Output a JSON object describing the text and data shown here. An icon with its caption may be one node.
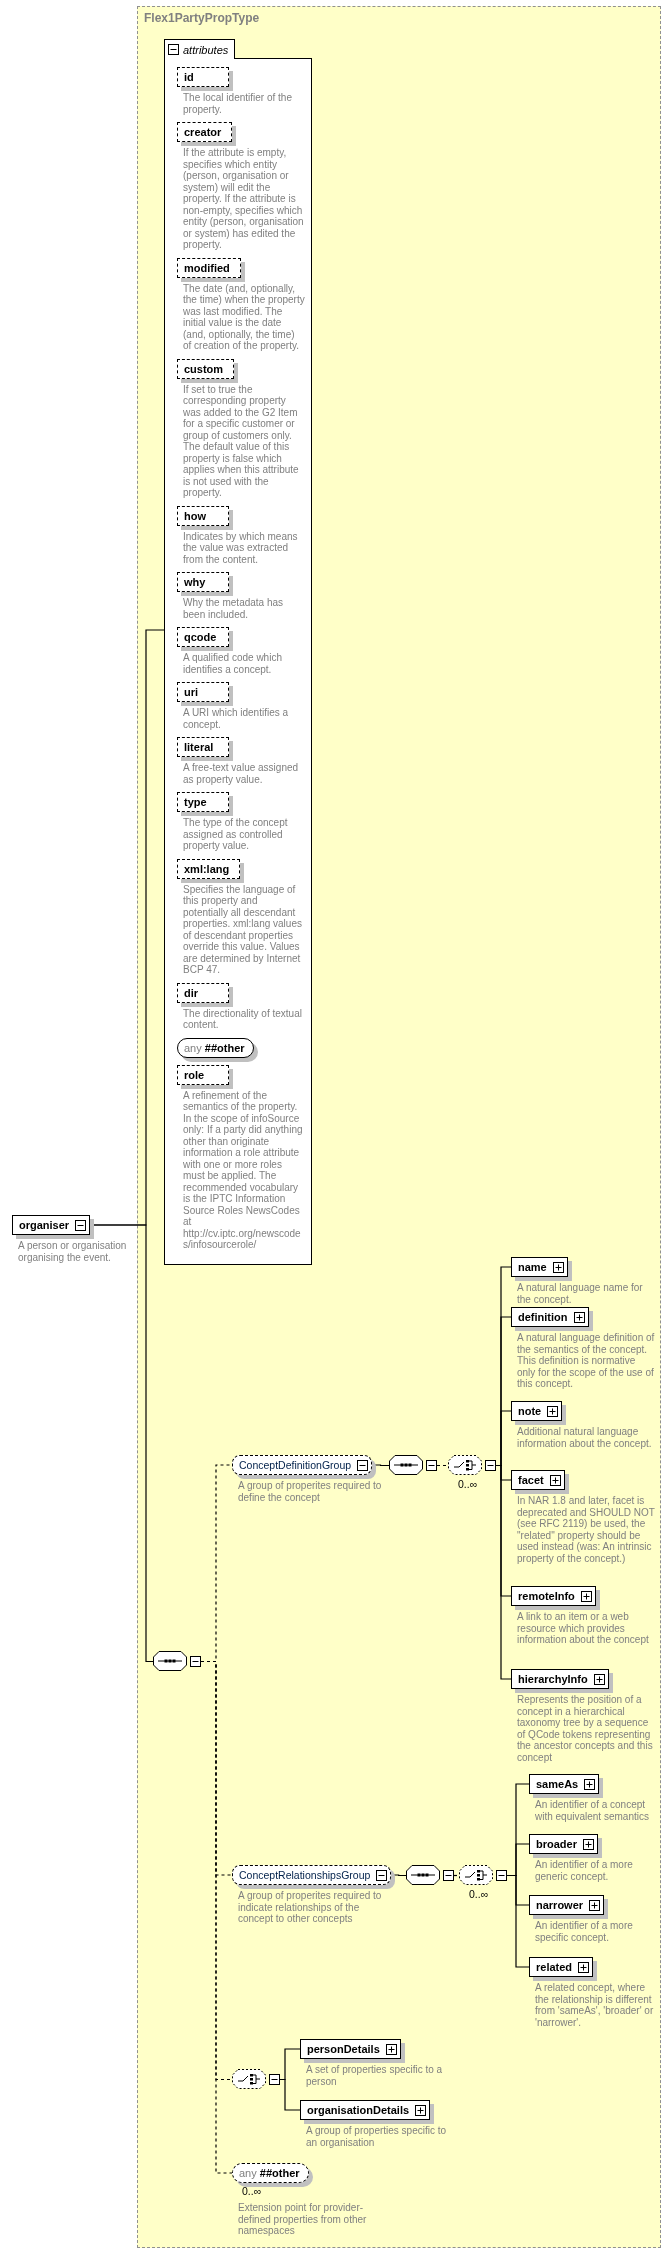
{
  "diagram": {
    "nodes": [
      {
        "text": [
          "Flex1PartyPropType"
        ]
      },
      {
        "text": [
          "attributes"
        ],
        "in": 0
      },
      {
        "text": [
          "id",
          "The local identifier of the property."
        ],
        "in": 1
      },
      {
        "text": [
          "creator",
          "If the attribute is empty, specifies which entity (person, organisation or system) will edit the property. If the attribute is non-empty, specifies which entity (person, organisation or system) has edited the property."
        ],
        "in": 1
      },
      {
        "text": [
          "modified",
          "The date (and, optionally, the time) when the property was last modified. The initial value is the date (and, optionally, the time) of creation of the property."
        ],
        "in": 1
      },
      {
        "text": [
          "custom",
          "If set to true the corresponding property was added to the G2 Item for a specific customer or group of customers only. The default value of this property is false which applies when this attribute is not used with the property."
        ],
        "in": 1
      },
      {
        "text": [
          "how",
          "Indicates by which means the value was extracted from the content."
        ],
        "in": 1
      },
      {
        "text": [
          "why",
          "Why the metadata has been included."
        ],
        "in": 1
      },
      {
        "text": [
          "qcode",
          "A qualified code which identifies a concept."
        ],
        "in": 1
      },
      {
        "text": [
          "uri",
          "A URI which identifies a concept."
        ],
        "in": 1
      },
      {
        "text": [
          "literal",
          "A free-text value assigned as property value."
        ],
        "in": 1
      },
      {
        "text": [
          "type",
          "The type of the concept assigned as controlled property value."
        ],
        "in": 1
      },
      {
        "text": [
          "xml:lang",
          "Specifies the language of this property and potentially all descendant properties. xml:lang values of descendant properties override this value. Values are determined by Internet BCP 47."
        ],
        "in": 1
      },
      {
        "text": [
          "dir",
          "The directionality of textual content."
        ],
        "in": 1
      },
      {
        "text": [
          "any **##other**"
        ],
        "in": 1
      },
      {
        "text": [
          "role",
          "A refinement of the semantics of the property. In the scope of infoSource only: If a party did anything other than originate information a role attribute with one or more roles must be applied. The recommended vocabulary is the IPTC Information Source Roles NewsCodes at http://cv.iptc.org/newscodes/infosourcerole/"
        ],
        "in": 1
      },
      {
        "text": [
          "organiser",
          "A person or organisation organising the event."
        ]
      },
      {
        "text": [],
        "shape": "octagon",
        "in": 0
      },
      {
        "text": [
          "ConceptDefinitionGroup",
          "A group of properites required to define the concept"
        ],
        "in": 0
      },
      {
        "text": [],
        "shape": "octagon",
        "in": 0
      },
      {
        "text": [],
        "shape": "octagon",
        "beside": [
          "0..∞"
        ],
        "in": 0
      },
      {
        "text": [
          "name",
          "A natural language name for the concept."
        ],
        "in": 0
      },
      {
        "text": [
          "definition",
          "A natural language definition of the semantics of the concept. This definition is normative only for the scope of the use of this concept."
        ],
        "in": 0
      },
      {
        "text": [
          "note",
          "Additional natural language information about the concept."
        ],
        "in": 0
      },
      {
        "text": [
          "facet",
          "In NAR 1.8 and later, facet is deprecated and SHOULD NOT (see RFC 2119) be used, the \"related\" property should be used instead (was: An intrinsic property of the concept.)"
        ],
        "in": 0
      },
      {
        "text": [
          "remoteInfo",
          "A link to an item or a web resource which provides information about the concept"
        ],
        "in": 0
      },
      {
        "text": [
          "hierarchyInfo",
          "Represents the position of a concept in a hierarchical taxonomy tree by a sequence of QCode tokens representing the ancestor concepts and this concept"
        ],
        "in": 0
      },
      {
        "text": [
          "ConceptRelationshipsGroup",
          "A group of properites required to indicate relationships of the concept to other concepts"
        ],
        "in": 0
      },
      {
        "text": [],
        "shape": "octagon",
        "in": 0
      },
      {
        "text": [],
        "shape": "octagon",
        "beside": [
          "0..∞"
        ],
        "in": 0
      },
      {
        "text": [
          "sameAs",
          "An identifier of a concept with equivalent semantics"
        ],
        "in": 0
      },
      {
        "text": [
          "broader",
          "An identifier of a more generic concept."
        ],
        "in": 0
      },
      {
        "text": [
          "narrower",
          "An identifier of a more specific concept."
        ],
        "in": 0
      },
      {
        "text": [
          "related",
          "A related concept, where the relationship is different from 'sameAs', 'broader' or 'narrower'."
        ],
        "in": 0
      },
      {
        "text": [],
        "shape": "octagon",
        "in": 0
      },
      {
        "text": [
          "personDetails",
          "A set of properties specific to a person"
        ],
        "in": 0
      },
      {
        "text": [
          "organisationDetails",
          "A group of properties specific to an organisation"
        ],
        "in": 0
      },
      {
        "text": [
          "any **##other**",
          "Extension point for provider-defined properties from other namespaces"
        ],
        "beside": [
          "0..∞"
        ],
        "in": 0
      }
    ],
    "edges": [
      {
        "from": 16,
        "to": 1,
        "arrow": "none"
      },
      {
        "from": 16,
        "to": 17,
        "arrow": "none"
      },
      {
        "from": 17,
        "to": 18,
        "arrow": "none",
        "style": "dashed"
      },
      {
        "from": 17,
        "to": 27,
        "arrow": "none",
        "style": "dashed"
      },
      {
        "from": 17,
        "to": 34,
        "arrow": "none",
        "style": "dashed"
      },
      {
        "from": 17,
        "to": 37,
        "arrow": "none",
        "style": "dashed"
      },
      {
        "from": 18,
        "to": 19,
        "arrow": "none"
      },
      {
        "from": 19,
        "to": 20,
        "arrow": "none",
        "style": "dashed"
      },
      {
        "from": 20,
        "to": 21,
        "arrow": "none"
      },
      {
        "from": 20,
        "to": 22,
        "arrow": "none"
      },
      {
        "from": 20,
        "to": 23,
        "arrow": "none"
      },
      {
        "from": 20,
        "to": 24,
        "arrow": "none"
      },
      {
        "from": 20,
        "to": 25,
        "arrow": "none"
      },
      {
        "from": 20,
        "to": 26,
        "arrow": "none"
      },
      {
        "from": 27,
        "to": 28,
        "arrow": "none"
      },
      {
        "from": 28,
        "to": 29,
        "arrow": "none",
        "style": "dashed"
      },
      {
        "from": 29,
        "to": 30,
        "arrow": "none"
      },
      {
        "from": 29,
        "to": 31,
        "arrow": "none"
      },
      {
        "from": 29,
        "to": 32,
        "arrow": "none"
      },
      {
        "from": 29,
        "to": 33,
        "arrow": "none"
      },
      {
        "from": 34,
        "to": 35,
        "arrow": "none"
      },
      {
        "from": 34,
        "to": 36,
        "arrow": "none"
      }
    ]
  }
}
